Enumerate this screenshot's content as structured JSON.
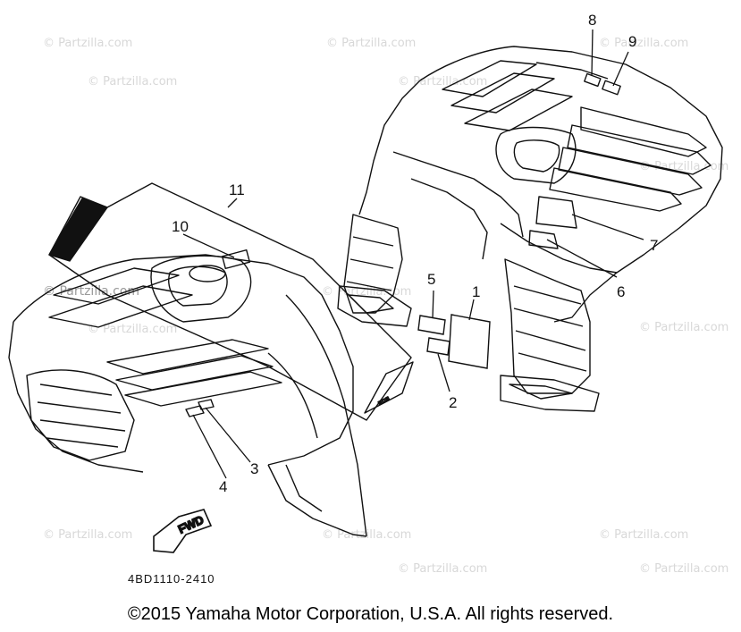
{
  "diagram": {
    "callouts": {
      "c1": "1",
      "c2": "2",
      "c3": "3",
      "c4": "4",
      "c5": "5",
      "c6": "6",
      "c7": "7",
      "c8": "8",
      "c9": "9",
      "c10": "10",
      "c11": "11"
    },
    "fwd_label": "FWD",
    "drawing_code": "4BD1110-2410",
    "watermark": "© Partzilla.com"
  },
  "footer": {
    "copyright": "©2015 Yamaha Motor Corporation, U.S.A. All rights reserved."
  }
}
